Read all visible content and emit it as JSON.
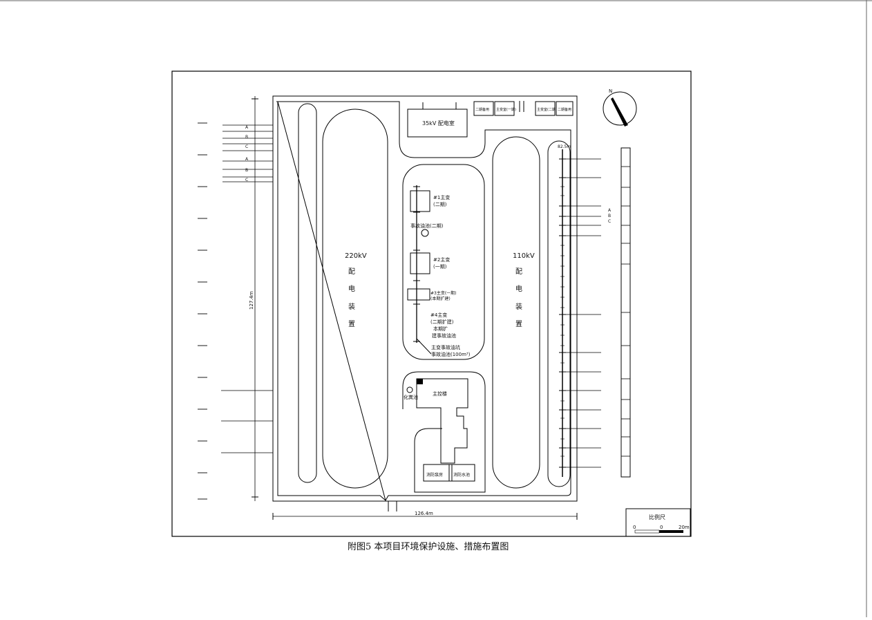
{
  "caption": "附图5 本项目环境保护设施、措施布置图",
  "areas": {
    "area_220kv": [
      "220kV",
      "配",
      "电",
      "装",
      "置"
    ],
    "area_110kv": [
      "110kV",
      "配",
      "电",
      "装",
      "置"
    ],
    "top_building": "35kV 配电室",
    "main_control": "主控楼",
    "septic": "化粪池",
    "guard_rooms": [
      "消防泵房",
      "消防水池"
    ]
  },
  "top_boxes": [
    "二期备用",
    "主变室(一期)",
    "主变室(二期)",
    "二期备用"
  ],
  "transformers": {
    "t1": [
      "#1主变",
      "(二期)"
    ],
    "t1_pit": "事故油池(二期)",
    "t2": [
      "#2主变",
      "(一期)"
    ],
    "t3": [
      "#3主变(一期)",
      "(本期扩建)"
    ],
    "t4": [
      "#4主变",
      "(二期扩建)",
      "本期扩",
      "建事故油池"
    ],
    "oil_tank": [
      "主变事故油坑",
      "事故油池(100m³)"
    ]
  },
  "dimensions": {
    "width": "126.4m",
    "height": "127.4m",
    "right_top": "82.5m"
  },
  "compass": "N",
  "scale": {
    "title": "比例尺",
    "ticks": [
      "0",
      "0",
      "20m"
    ]
  },
  "left_line_labels": [
    "A",
    "B",
    "C",
    "A",
    "B",
    "C"
  ],
  "right_line_labels": [
    "A",
    "B",
    "C"
  ]
}
